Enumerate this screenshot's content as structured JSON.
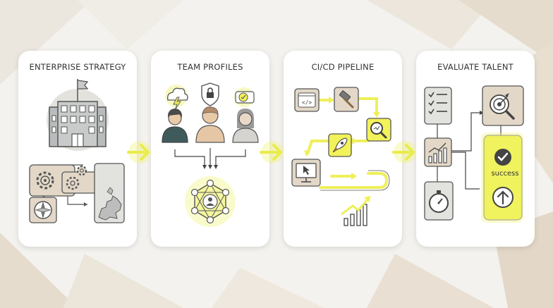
{
  "panels": [
    {
      "id": "enterprise-strategy",
      "title": "ENTERPRISE STRATEGY"
    },
    {
      "id": "team-profiles",
      "title": "TEAM PROFILES"
    },
    {
      "id": "cicd-pipeline",
      "title": "CI/CD PIPELINE"
    },
    {
      "id": "evaluate-talent",
      "title": "EVALUATE TALENT",
      "success_label": "success"
    }
  ],
  "colors": {
    "accent": "#f2f25a",
    "accent_glow": "#eef27a",
    "tile_fill": "#e3d8c8",
    "tile_fill_grey": "#e2e2de",
    "stroke": "#555555",
    "card": "#ffffff",
    "background": "#f3f1ec"
  }
}
